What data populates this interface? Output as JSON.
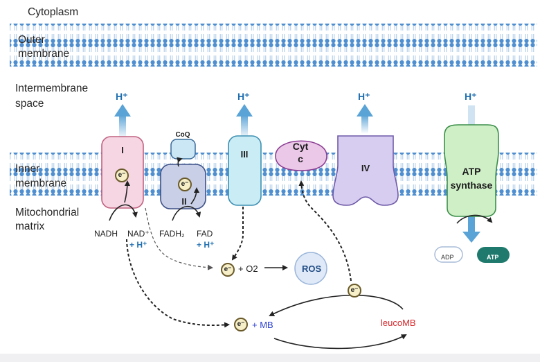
{
  "regions": {
    "cytoplasm": "Cytoplasm",
    "outer_membrane": [
      "Outer",
      "membrane"
    ],
    "intermembrane_space": [
      "Intermembrane",
      "space"
    ],
    "inner_membrane": [
      "Inner",
      "membrane"
    ],
    "matrix": [
      "Mitochondrial",
      "matrix"
    ]
  },
  "complexes": {
    "c1": "I",
    "coq": "CoQ",
    "c2": "II",
    "c3": "III",
    "cytc": [
      "Cyt",
      "c"
    ],
    "c4": "IV",
    "atp_synthase": [
      "ATP",
      "synthase"
    ]
  },
  "proton": "H⁺",
  "electron": "e⁻",
  "molecules": {
    "nadh": "NADH",
    "nad": "NAD⁺",
    "plus_h": "+ H⁺",
    "fadh2": "FADH₂",
    "fad": "FAD",
    "o2": "+ O2",
    "ros": "ROS",
    "mb": "+ MB",
    "leucomb": "leucoMB",
    "adp": "ADP",
    "atp": "ATP"
  },
  "colors": {
    "membrane": "#4f8fd0",
    "complex1": "#f6d6e3",
    "complex2": "#c8cfe6",
    "complex3": "#c9ecf5",
    "cytc": "#ecc8e8",
    "complex4": "#d7cdf0",
    "atp_synthase": "#cfefc7",
    "proton_arrow": "#5aa3d6",
    "atp_badge": "#1f7a6d",
    "leucomb": "#d8262a",
    "mb": "#2a3fd0"
  }
}
